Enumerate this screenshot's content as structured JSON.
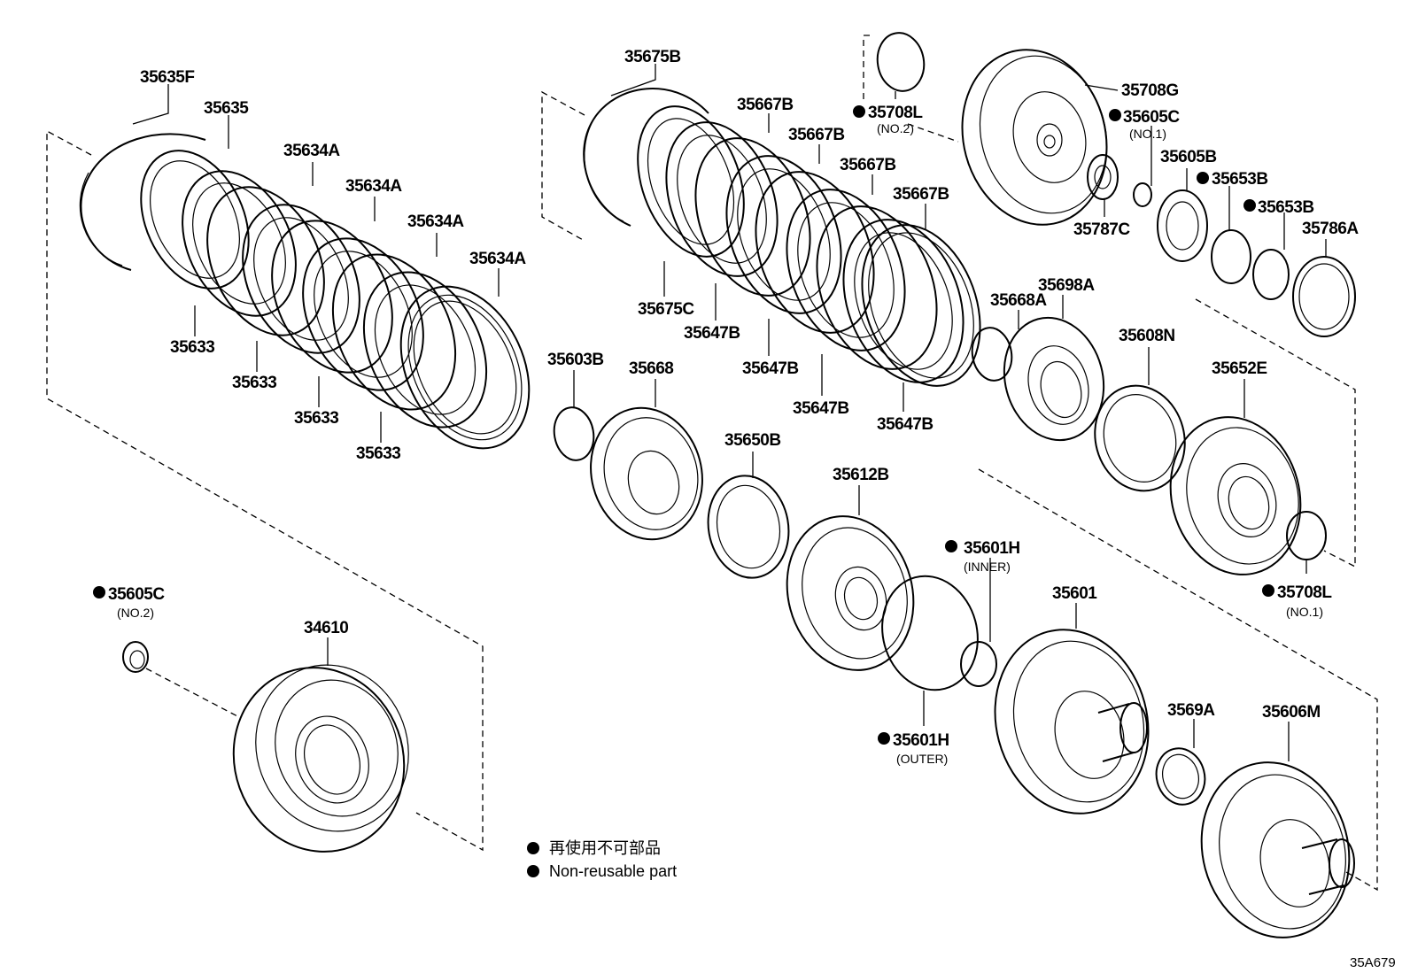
{
  "diagram": {
    "catalog_code": "35A679",
    "legend": {
      "line1": "再使用不可部品",
      "line2": "Non-reusable part"
    },
    "parts": {
      "p35635F": "35635F",
      "p35635": "35635",
      "p35634A_1": "35634A",
      "p35634A_2": "35634A",
      "p35634A_3": "35634A",
      "p35634A_4": "35634A",
      "p35633_1": "35633",
      "p35633_2": "35633",
      "p35633_3": "35633",
      "p35633_4": "35633",
      "p35675B": "35675B",
      "p35675C": "35675C",
      "p35667B_1": "35667B",
      "p35667B_2": "35667B",
      "p35667B_3": "35667B",
      "p35667B_4": "35667B",
      "p35647B_1": "35647B",
      "p35647B_2": "35647B",
      "p35647B_3": "35647B",
      "p35647B_4": "35647B",
      "p35708L_no2": "35708L",
      "p35708L_no2_sub": "(NO.2)",
      "p35708G": "35708G",
      "p35605C_no1": "35605C",
      "p35605C_no1_sub": "(NO.1)",
      "p35605B": "35605B",
      "p35653B_1": "35653B",
      "p35653B_2": "35653B",
      "p35787C": "35787C",
      "p35786A": "35786A",
      "p35668A": "35668A",
      "p35698A": "35698A",
      "p35608N": "35608N",
      "p35652E": "35652E",
      "p35708L_no1": "35708L",
      "p35708L_no1_sub": "(NO.1)",
      "p35603B": "35603B",
      "p35668": "35668",
      "p35650B": "35650B",
      "p35612B": "35612B",
      "p35601H_inner": "35601H",
      "p35601H_inner_sub": "(INNER)",
      "p35601H_outer": "35601H",
      "p35601H_outer_sub": "(OUTER)",
      "p35601": "35601",
      "p3569A": "3569A",
      "p35606M": "35606M",
      "p35605C_no2": "35605C",
      "p35605C_no2_sub": "(NO.2)",
      "p34610": "34610"
    }
  }
}
